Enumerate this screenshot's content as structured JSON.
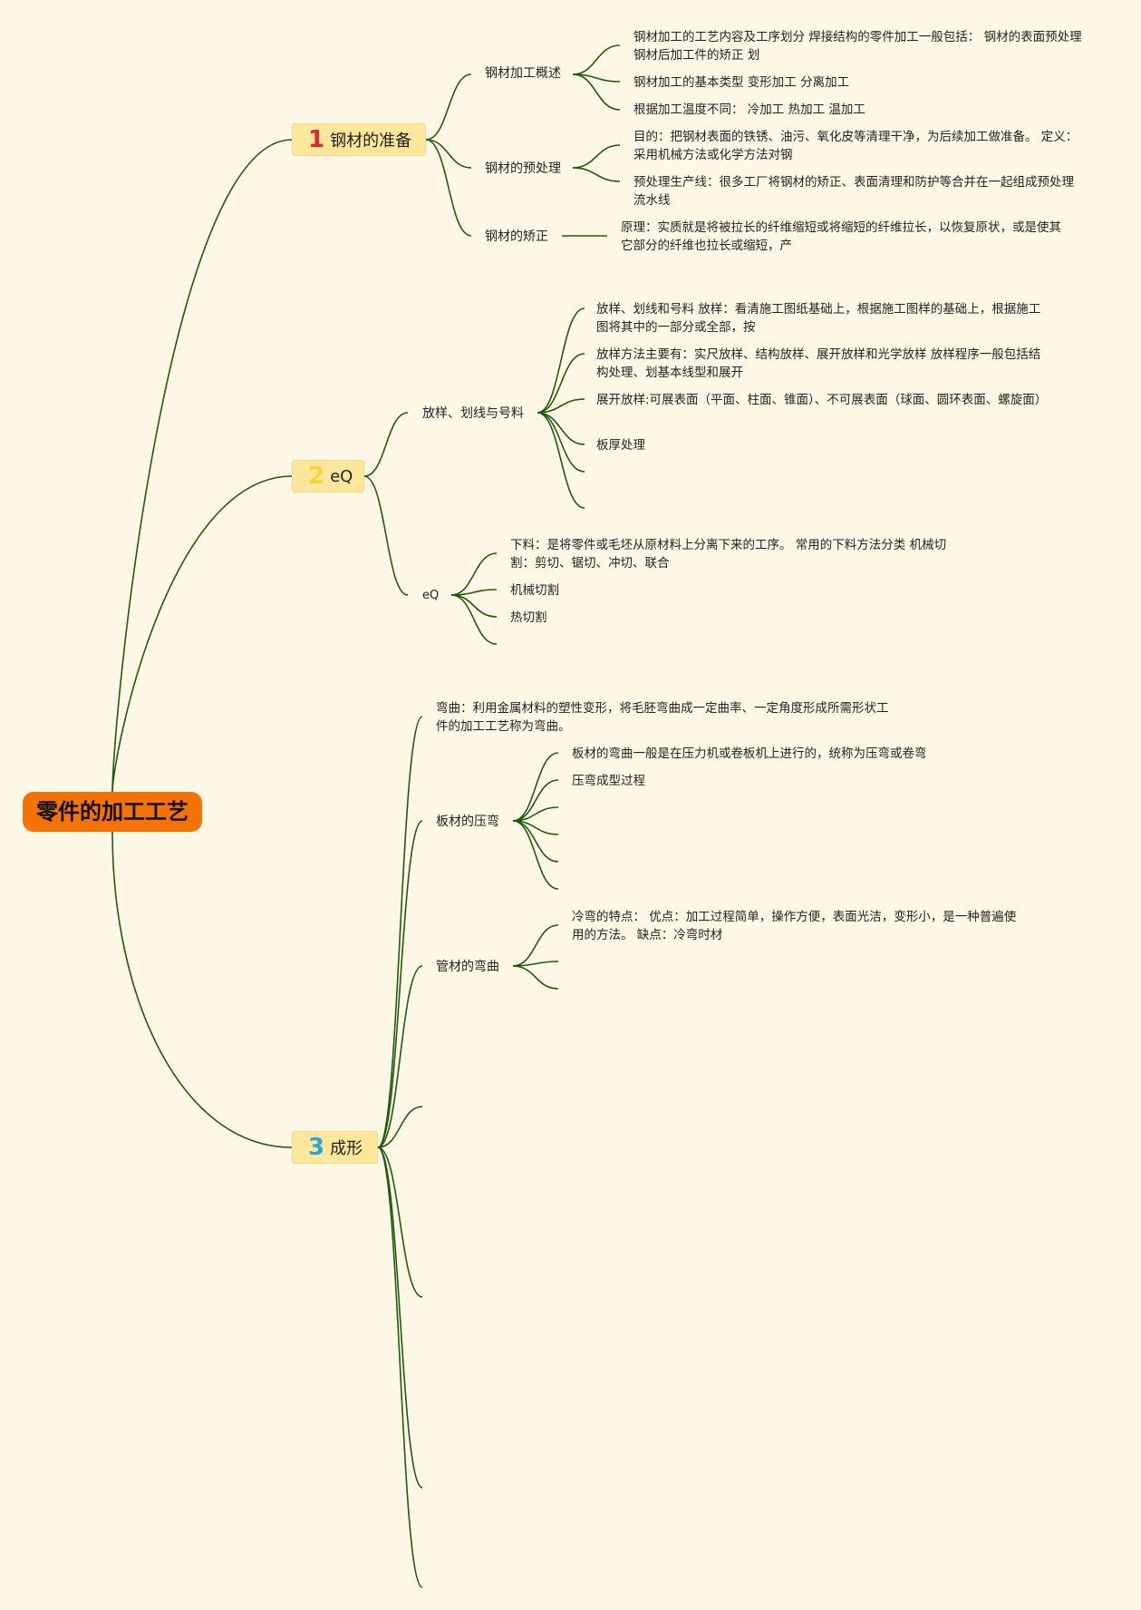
{
  "root": {
    "label": "零件的加工工艺"
  },
  "branches": [
    {
      "num": "1",
      "num_color": "#e3262f",
      "label": "钢材的准备",
      "children": [
        {
          "label": "钢材加工概述",
          "items": [
            "钢材加工的工艺内容及工序划分 焊接结构的零件加工一般包括： 钢材的表面预处理 钢材后加工件的矫正 划",
            "钢材加工的基本类型 变形加工 分离加工",
            "根据加工温度不同： 冷加工 热加工 温加工"
          ]
        },
        {
          "label": "钢材的预处理",
          "items": [
            "目的：把钢材表面的铁锈、油污、氧化皮等清理干净，为后续加工做准备。 定义：采用机械方法或化学方法对钢",
            "预处理生产线：很多工厂将钢材的矫正、表面清理和防护等合并在一起组成预处理流水线"
          ]
        },
        {
          "label": "钢材的矫正",
          "items": [
            "原理：实质就是将被拉长的纤维缩短或将缩短的纤维拉长，以恢复原状，或是使其它部分的纤维也拉长或缩短，产"
          ]
        }
      ]
    },
    {
      "num": "2",
      "num_color": "#f5d33a",
      "label": "eQ",
      "children": [
        {
          "label": "放样、划线与号料",
          "items": [
            "放样、划线和号料 放样：看清施工图纸基础上，根据施工图样的基础上，根据施工图将其中的一部分或全部，按",
            "放样方法主要有：实尺放样、结构放样、展开放样和光学放样 放样程序一般包括结构处理、划基本线型和展开",
            "展开放样:可展表面（平面、柱面、锥面）、不可展表面（球面、圆环表面、螺旋面）",
            "板厚处理"
          ]
        },
        {
          "label": "eQ",
          "items": [
            "下料：是将零件或毛坯从原材料上分离下来的工序。 常用的下料方法分类 机械切割：剪切、锯切、冲切、联合",
            "机械切割",
            "热切割"
          ]
        }
      ]
    },
    {
      "num": "3",
      "num_color": "#2aa7d8",
      "label": "成形",
      "children": [
        {
          "label": "弯曲：利用金属材料的塑性变形，将毛胚弯曲成一定曲率、一定角度形成所需形状工件的加工工艺称为弯曲。",
          "items": []
        },
        {
          "label": "板材的压弯",
          "items": [
            "板材的弯曲一般是在压力机或卷板机上进行的，统称为压弯或卷弯",
            "压弯成型过程"
          ]
        },
        {
          "label": "管材的弯曲",
          "items": [
            "冷弯的特点： 优点：加工过程简单，操作方便，表面光洁，变形小，是一种普遍使用的方法。 缺点：冷弯时材"
          ]
        }
      ]
    }
  ],
  "colors": {
    "background": "#fdf8e6",
    "root_fill": "#f57206",
    "topic_fill": "#fde79a",
    "line": "#1f5a0f"
  }
}
